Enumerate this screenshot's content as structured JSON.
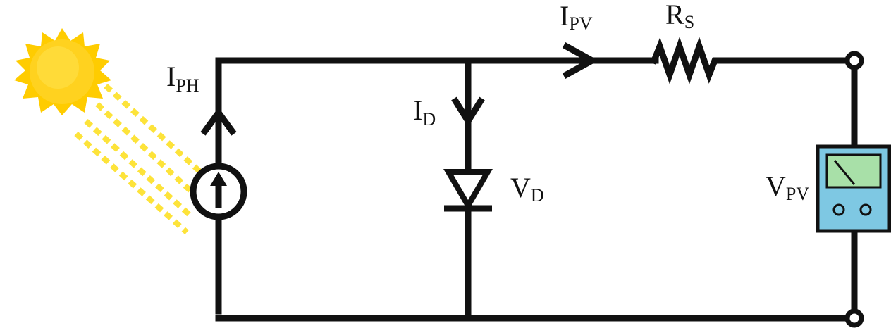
{
  "labels": {
    "iph": {
      "main": "I",
      "sub": "PH"
    },
    "id": {
      "main": "I",
      "sub": "D"
    },
    "vd": {
      "main": "V",
      "sub": "D"
    },
    "ipv": {
      "main": "I",
      "sub": "PV"
    },
    "rs": {
      "main": "R",
      "sub": "S"
    },
    "vpv": {
      "main": "V",
      "sub": "PV"
    }
  },
  "colors": {
    "wire": "#111111",
    "sun": "#ffcc00",
    "sun_core": "#ffd21f",
    "rays": "#fde33a",
    "meter_body": "#7ec8e3",
    "meter_face": "#a8e0a8"
  },
  "icons": {
    "sun": "sun-icon",
    "current_source": "current-source-icon",
    "diode": "diode-icon",
    "resistor": "resistor-icon",
    "voltmeter": "voltmeter-icon"
  }
}
